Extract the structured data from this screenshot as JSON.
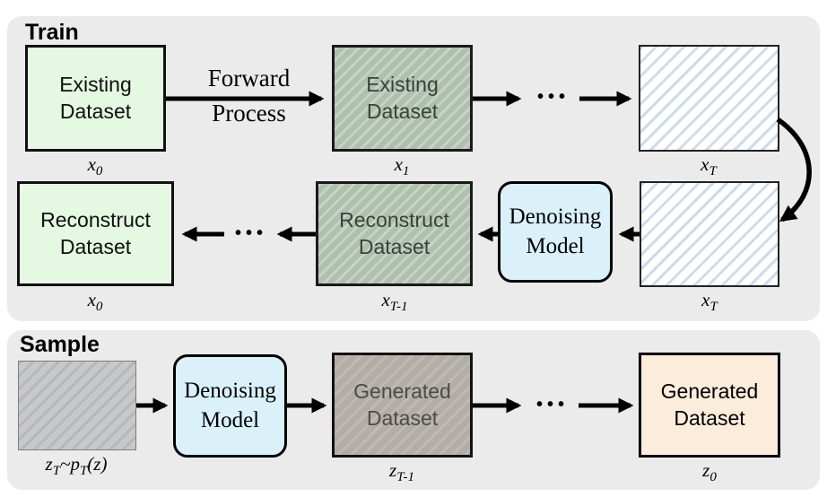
{
  "colors": {
    "panel_bg": "#ebebeb",
    "clean_data_green": "#e4f8e2",
    "noisy_green_base": "#afc0af",
    "noise_hatch_blue": "#ccdcec",
    "denoiser_blue": "#daf1fa",
    "latent_gray": "#c8c8c8",
    "generated_gray": "#b3ada7",
    "generated_peach": "#fcecdb",
    "arrow_black": "#000000"
  },
  "ellipsis": "•••",
  "train": {
    "title": "Train",
    "forward_process": {
      "line1": "Forward",
      "line2": "Process"
    },
    "row1": {
      "box_x0": {
        "label": "Existing Dataset",
        "tag": {
          "pre": "x",
          "sub": "0"
        }
      },
      "box_x1": {
        "label": "Existing Dataset",
        "tag": {
          "pre": "x",
          "sub": "1"
        }
      },
      "box_xT": {
        "tag": {
          "pre": "x",
          "sub": "T"
        }
      }
    },
    "row2": {
      "box_x0": {
        "label": "Reconstruct Dataset",
        "tag": {
          "pre": "x",
          "sub": "0"
        }
      },
      "box_xT1": {
        "label": "Reconstruct Dataset",
        "tag": {
          "pre": "x",
          "sub": "T-1"
        }
      },
      "denoising": {
        "label": "Denoising Model"
      },
      "box_xT": {
        "tag": {
          "pre": "x",
          "sub": "T"
        }
      }
    }
  },
  "sample": {
    "title": "Sample",
    "noise_box": {
      "tag": {
        "pre": "z",
        "sub": "T",
        "mid": "~",
        "mid2": "p",
        "sub2": "T",
        "post": "(z)"
      }
    },
    "denoising": {
      "label": "Denoising Model"
    },
    "box_zT1": {
      "label": "Generated Dataset",
      "tag": {
        "pre": "z",
        "sub": "T-1"
      }
    },
    "box_z0": {
      "label": "Generated Dataset",
      "tag": {
        "pre": "z",
        "sub": "0"
      }
    }
  }
}
